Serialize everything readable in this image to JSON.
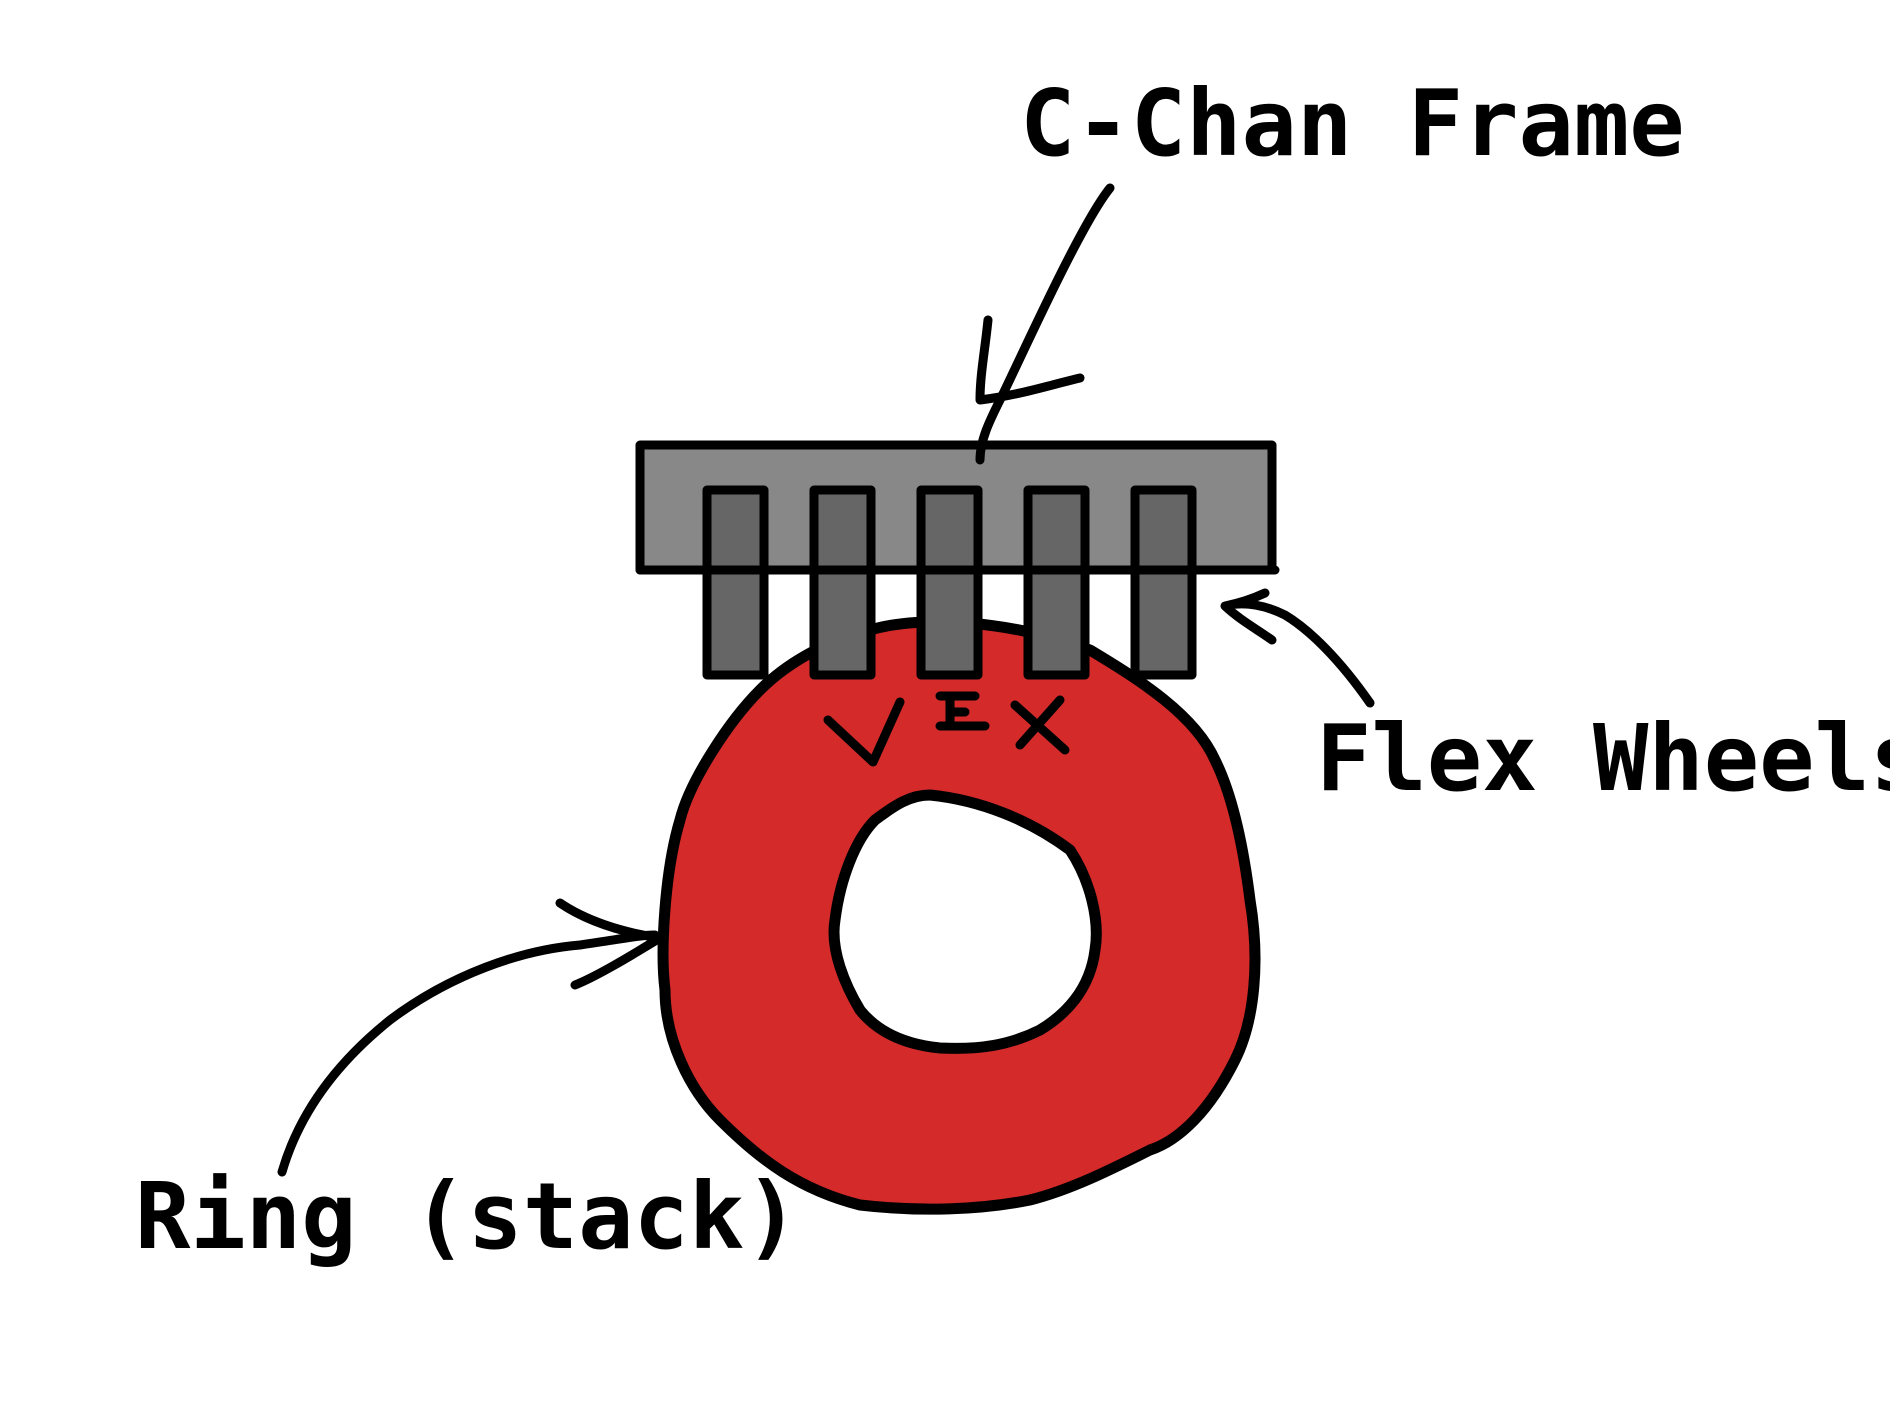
{
  "labels": {
    "frame": "C-Chan Frame",
    "wheels": "Flex Wheels",
    "ring": "Ring (stack)",
    "ring_marking": "VEX"
  },
  "colors": {
    "ring": "#d42a2a",
    "frame": "#888888",
    "wheel": "#666666",
    "ink": "#000000",
    "background": "#ffffff"
  },
  "wheels": {
    "count": 5
  }
}
